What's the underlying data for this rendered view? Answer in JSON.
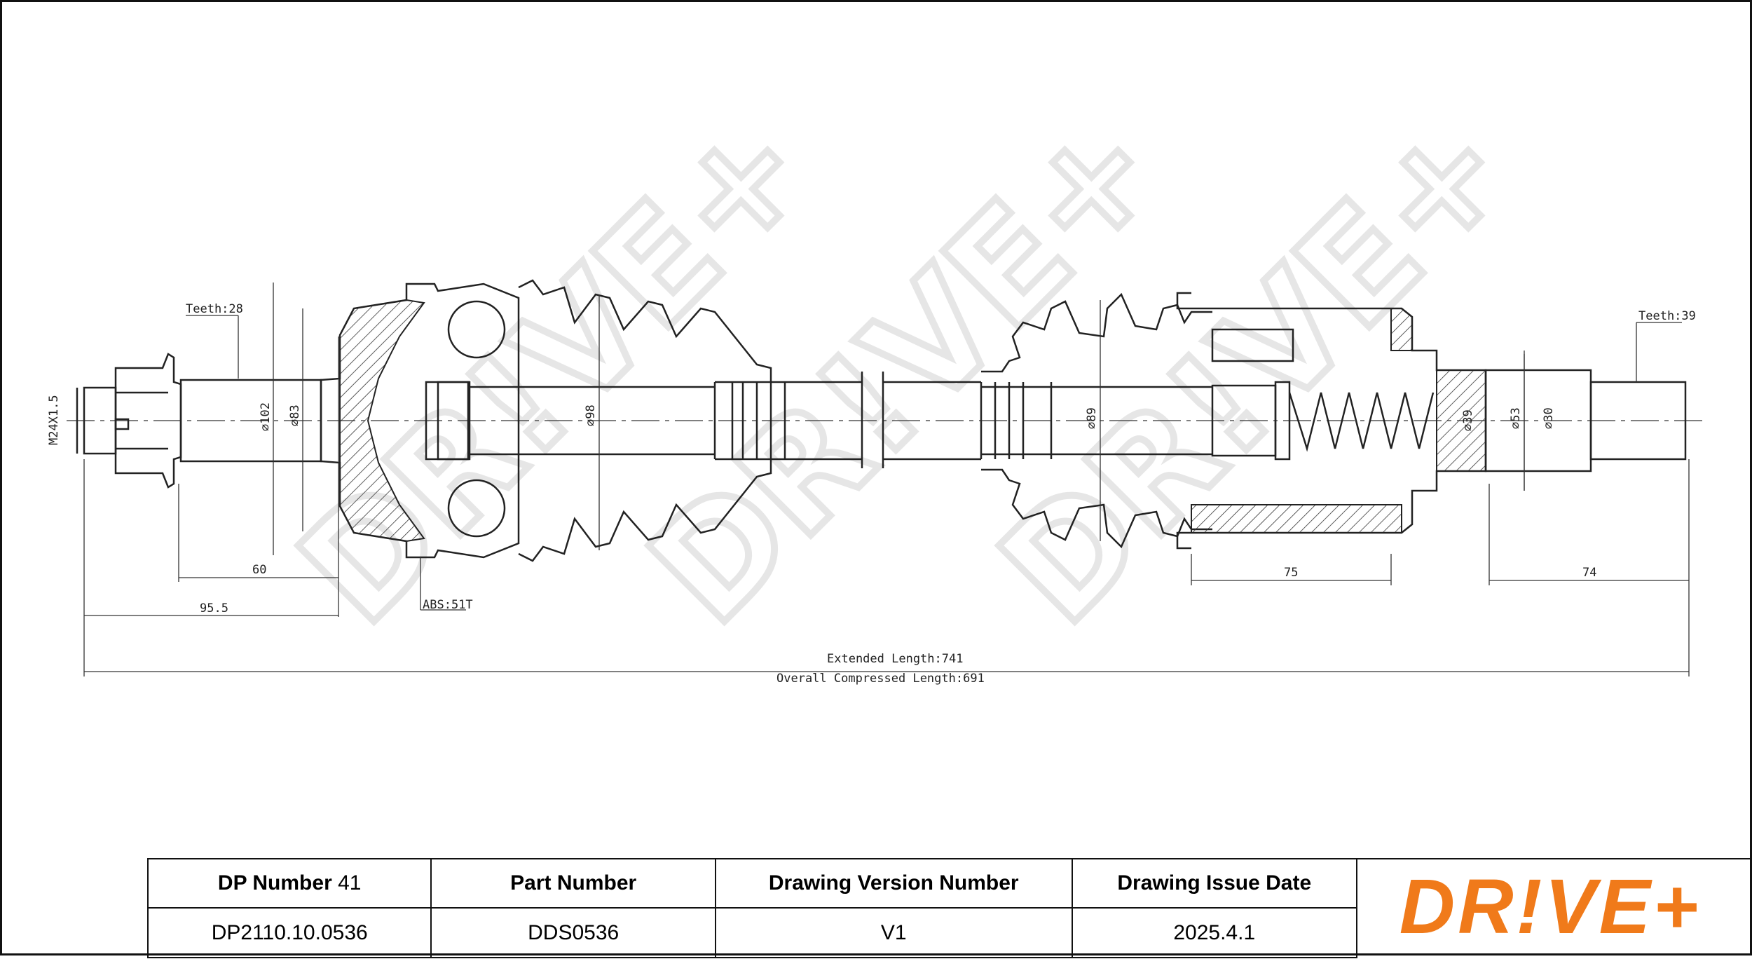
{
  "drawing": {
    "watermark_text": "DR!VE+",
    "labels": {
      "teeth_left": "Teeth:28",
      "teeth_right": "Teeth:39",
      "thread": "M24X1.5",
      "d102": "⌀102",
      "d83": "⌀83",
      "d98": "⌀98",
      "d89": "⌀89",
      "d39": "⌀39",
      "d53": "⌀53",
      "d30": "⌀30",
      "abs": "ABS:51T",
      "dim60": "60",
      "dim95": "95.5",
      "dim75": "75",
      "dim74": "74",
      "extended": "Extended Length:741",
      "compressed": "Overall Compressed Length:691"
    }
  },
  "title_block": {
    "dp_number_label": "DP Number",
    "dp_number_suffix": "41",
    "part_number_label": "Part Number",
    "version_label": "Drawing Version Number",
    "issue_date_label": "Drawing Issue Date",
    "dp_number_value": "DP2110.10.0536",
    "part_number_value": "DDS0536",
    "version_value": "V1",
    "issue_date_value": "2025.4.1"
  },
  "logo": {
    "text": "DR!VE+",
    "color": "#f07a1a"
  }
}
